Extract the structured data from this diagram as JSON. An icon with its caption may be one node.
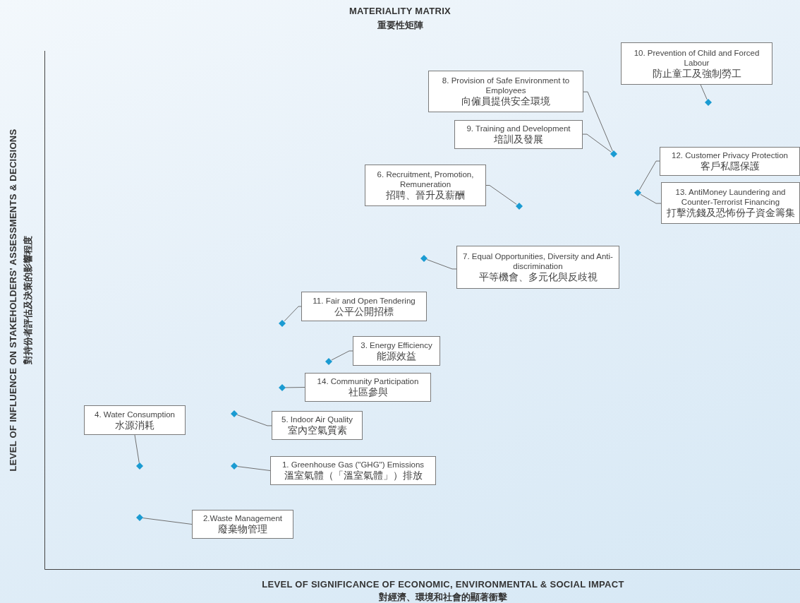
{
  "diagram": {
    "title": "MATERIALITY MATRIX",
    "nodes": [
      {
        "text": [
          "10. Prevention of Child and Forced Labour",
          "防止童工及強制勞工"
        ]
      },
      {
        "text": [
          "8. Provision of Safe Environment to Employees",
          "向僱員提供安全環境"
        ]
      },
      {
        "text": [
          "9. Training and Development",
          "培訓及發展"
        ]
      },
      {
        "text": [
          "12. Customer Privacy Protection",
          "客戶私隱保護"
        ]
      },
      {
        "text": [
          "6. Recruitment, Promotion, Remuneration",
          "招聘、晉升及薪酬"
        ]
      },
      {
        "text": [
          "13. AntiMoney Laundering and Counter-Terrorist Financing",
          "打擊洗錢及恐怖份子資金籌集"
        ]
      },
      {
        "text": [
          "7.  Equal Opportunities, Diversity and Anti-discrimination",
          "平等機會、多元化與反歧視"
        ]
      },
      {
        "text": [
          "11. Fair and Open Tendering",
          "公平公開招標"
        ]
      },
      {
        "text": [
          "3. Energy Efficiency",
          "能源效益"
        ]
      },
      {
        "text": [
          "14. Community Participation",
          "社區參與"
        ]
      },
      {
        "text": [
          "4. Water Consumption",
          "水源消耗"
        ]
      },
      {
        "text": [
          "5. Indoor Air Quality",
          "室內空氣質素"
        ]
      },
      {
        "text": [
          "1. Greenhouse Gas (\"GHG\") Emissions",
          "溫室氣體（「溫室氣體」）排放"
        ]
      },
      {
        "text": [
          "2.Waste Management",
          "廢棄物管理"
        ]
      },
      {
        "text": [],
        "shape": "diamond"
      },
      {
        "text": [],
        "shape": "diamond"
      },
      {
        "text": [],
        "shape": "diamond"
      },
      {
        "text": [],
        "shape": "diamond"
      },
      {
        "text": [],
        "shape": "diamond"
      },
      {
        "text": [],
        "shape": "diamond"
      },
      {
        "text": [],
        "shape": "diamond"
      },
      {
        "text": [],
        "shape": "diamond"
      },
      {
        "text": [],
        "shape": "diamond"
      },
      {
        "text": [],
        "shape": "diamond"
      },
      {
        "text": [],
        "shape": "diamond"
      },
      {
        "text": [],
        "shape": "diamond"
      }
    ],
    "edges": [
      {
        "from": 0,
        "to": 14,
        "arrow": "none"
      },
      {
        "from": 1,
        "to": 15,
        "arrow": "none"
      },
      {
        "from": 2,
        "to": 15,
        "arrow": "none"
      },
      {
        "from": 3,
        "to": 16,
        "arrow": "none"
      },
      {
        "from": 5,
        "to": 16,
        "arrow": "none"
      },
      {
        "from": 4,
        "to": 17,
        "arrow": "none"
      },
      {
        "from": 6,
        "to": 18,
        "arrow": "none"
      },
      {
        "from": 7,
        "to": 19,
        "arrow": "none"
      },
      {
        "from": 8,
        "to": 20,
        "arrow": "none"
      },
      {
        "from": 9,
        "to": 21,
        "arrow": "none"
      },
      {
        "from": 10,
        "to": 23,
        "arrow": "none"
      },
      {
        "from": 11,
        "to": 22,
        "arrow": "none"
      },
      {
        "from": 12,
        "to": 24,
        "arrow": "none"
      },
      {
        "from": 13,
        "to": 25,
        "arrow": "none"
      }
    ],
    "labels": [
      "重要性矩陣",
      "LEVEL OF INFLUENCE ON STAKEHOLDERS' ASSESSMENTS & DECISIONS",
      "對持份者評估及決策的影響程度",
      "LEVEL OF SIGNIFICANCE OF ECONOMIC, ENVIRONMENTAL & SOCIAL IMPACT",
      "對經濟、環境和社會的顯著衝擊"
    ]
  }
}
